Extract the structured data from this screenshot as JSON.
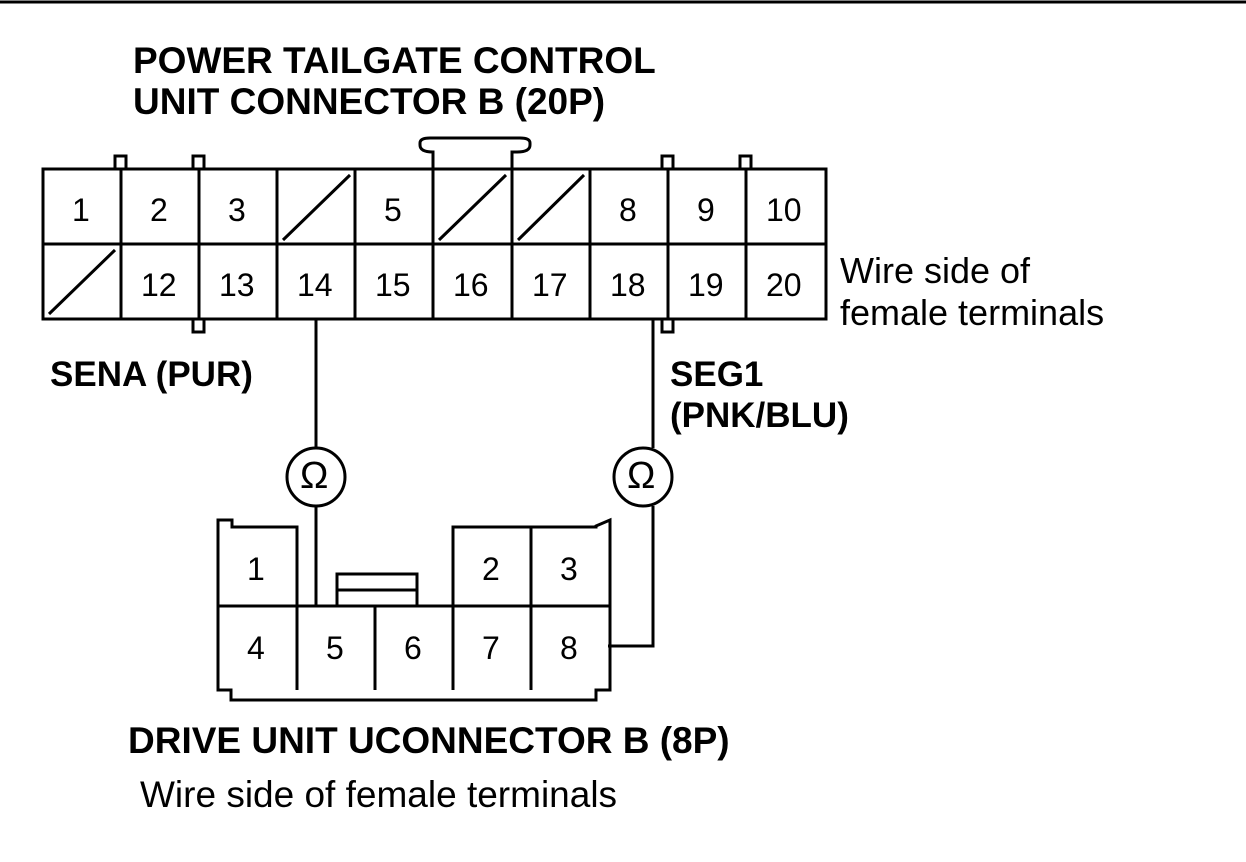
{
  "top_connector": {
    "title_line1": "POWER TAILGATE CONTROL",
    "title_line2": "UNIT CONNECTOR B (20P)",
    "side_note_line1": "Wire side of",
    "side_note_line2": "female terminals",
    "row1": [
      "1",
      "2",
      "3",
      "",
      "5",
      "",
      "",
      "8",
      "9",
      "10"
    ],
    "row2": [
      "",
      "12",
      "13",
      "14",
      "15",
      "16",
      "17",
      "18",
      "19",
      "20"
    ]
  },
  "wires": {
    "left_label": "SENA (PUR)",
    "right_label_line1": "SEG1",
    "right_label_line2": "(PNK/BLU)",
    "ohm_symbol": "Ω"
  },
  "bottom_connector": {
    "title": "DRIVE UNIT UCONNECTOR B (8P)",
    "subtitle": "Wire side of female terminals",
    "row1": [
      "1",
      "",
      "",
      "2",
      "3"
    ],
    "row2": [
      "4",
      "5",
      "6",
      "7",
      "8"
    ]
  },
  "colors": {
    "ink": "#000000",
    "paper": "#ffffff"
  }
}
